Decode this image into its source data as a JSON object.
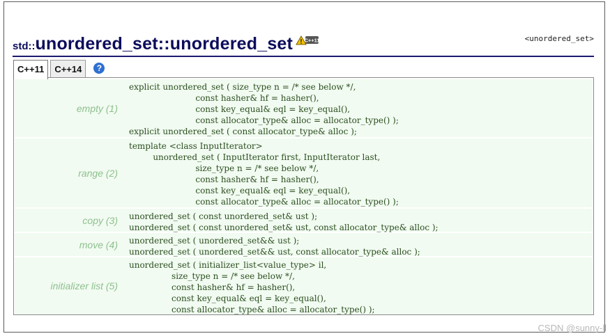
{
  "page": {
    "title_namespace": "std::",
    "title_name": "unordered_set::unordered_set",
    "header_tag": "<unordered_set>",
    "badge_text": "C++11"
  },
  "tabs": [
    {
      "label": "C++11",
      "active": true
    },
    {
      "label": "C++14",
      "active": false
    }
  ],
  "help_label": "?",
  "signatures": [
    {
      "label": "empty (1)",
      "code": "explicit unordered_set ( size_type n = /* see below */,\n                         const hasher& hf = hasher(),\n                         const key_equal& eql = key_equal(),\n                         const allocator_type& alloc = allocator_type() );\nexplicit unordered_set ( const allocator_type& alloc );"
    },
    {
      "label": "range (2)",
      "code": "template <class InputIterator>\n         unordered_set ( InputIterator first, InputIterator last,\n                         size_type n = /* see below */,\n                         const hasher& hf = hasher(),\n                         const key_equal& eql = key_equal(),\n                         const allocator_type& alloc = allocator_type() );"
    },
    {
      "label": "copy (3)",
      "code": "unordered_set ( const unordered_set& ust );\nunordered_set ( const unordered_set& ust, const allocator_type& alloc );"
    },
    {
      "label": "move (4)",
      "code": "unordered_set ( unordered_set&& ust );\nunordered_set ( unordered_set&& ust, const allocator_type& alloc );"
    },
    {
      "label": "initializer list (5)",
      "code": "unordered_set ( initializer_list<value_type> il,\n                size_type n = /* see below */,\n                const hasher& hf = hasher(),\n                const key_equal& eql = key_equal(),\n                const allocator_type& alloc = allocator_type() );"
    }
  ],
  "watermark": "CSDN @sunny-ll",
  "colors": {
    "title": "#0c0c5c",
    "label": "#8fbf8f",
    "code": "#2b4e1f",
    "row_tint": "#f1fbf1",
    "help_icon": "#2f6fd1"
  }
}
